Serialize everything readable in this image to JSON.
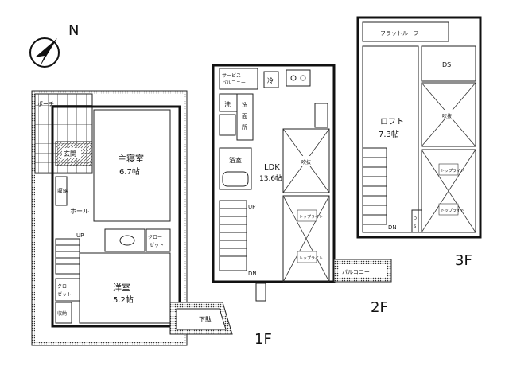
{
  "compass": {
    "label": "N"
  },
  "floors": [
    {
      "id": "1F",
      "label": "1F"
    },
    {
      "id": "2F",
      "label": "2F"
    },
    {
      "id": "3F",
      "label": "3F"
    }
  ],
  "rooms_1f": {
    "porch": "ポーチ",
    "entrance": "玄関",
    "storage": "収納",
    "hall": "ホール",
    "master_bedroom": "主寝室",
    "master_size": "6.7帖",
    "closet": "クローゼット",
    "walkin_closet": "クロー\nゼット",
    "western_room": "洋室",
    "western_size": "5.2帖",
    "shoe": "下駄",
    "storage2": "収納",
    "up": "UP"
  },
  "rooms_2f": {
    "service_balcony": "サービス\nバルコニー",
    "refrigerator": "冷",
    "washroom": "洗",
    "laundry": "洗面所",
    "bath": "浴室",
    "ldk": "LDK",
    "ldk_size": "13.6帖",
    "ceiling": "吹抜",
    "toplight": "トップ\nライト",
    "balcony": "バルコニー",
    "up": "UP",
    "dn": "DN"
  },
  "rooms_3f": {
    "flat_roof": "フラットルーフ",
    "ds": "DS",
    "loft": "ロフト",
    "loft_size": "7.3帖",
    "ceiling": "吹抜",
    "toplight": "トップ\nライト",
    "dn": "DN"
  }
}
